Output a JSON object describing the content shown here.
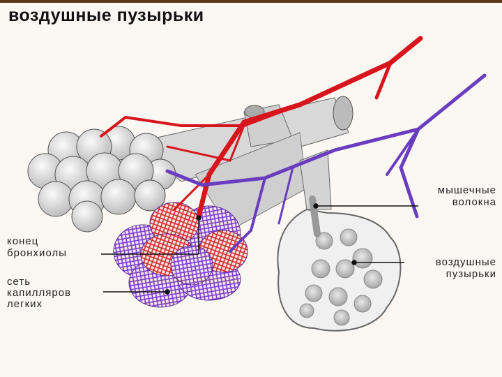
{
  "title": "воздушные пузырьки",
  "labels": {
    "muscle_fibers": [
      "мышечные",
      "волокна"
    ],
    "alveoli": [
      "воздушные",
      "пузырьки"
    ],
    "bronchiole_end": [
      "конец",
      "бронхиолы"
    ],
    "capillary_net": [
      "сеть",
      "капилляров",
      "легких"
    ]
  },
  "colors": {
    "artery": "#d8141c",
    "vein": "#6a3cc0",
    "tissue": "#dcdcdc",
    "background": "#fbf8f3"
  }
}
